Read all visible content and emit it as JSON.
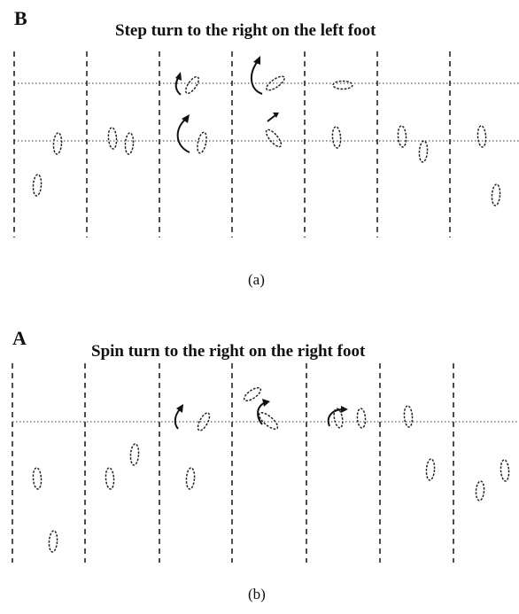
{
  "panel_a": {
    "letter": "B",
    "title": "Step turn to the right on the left foot",
    "caption": "(a)"
  },
  "panel_b": {
    "letter": "A",
    "title": "Spin turn to the right on the right foot",
    "caption": "(b)"
  },
  "icons": {
    "footprint": "footprint-icon",
    "turn_arrow": "curved-arrow-icon"
  }
}
